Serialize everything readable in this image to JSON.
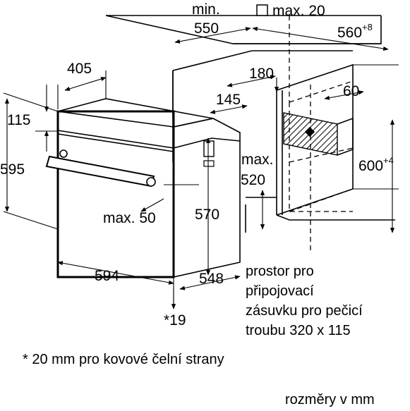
{
  "dimensions": {
    "min_label": "min.",
    "min_value": "550",
    "max_20": "max. 20",
    "niche_width": "560",
    "niche_width_sup": "+8",
    "d405": "405",
    "d180": "180",
    "d60": "60",
    "d145": "145",
    "d115": "115",
    "d595": "595",
    "max520_label": "max.",
    "max520_value": "520",
    "d600": "600",
    "d600_sup": "+4",
    "d570": "570",
    "max50": "max. 50",
    "d594": "594",
    "d548": "548",
    "d19": "*19"
  },
  "notes": {
    "socket_line1": "prostor pro",
    "socket_line2": "připojovací",
    "socket_line3": "zásuvku pro pečicí",
    "socket_line4": "troubu 320 x 115",
    "footnote": "* 20 mm pro kovové čelní strany",
    "units": "rozměry v mm"
  }
}
